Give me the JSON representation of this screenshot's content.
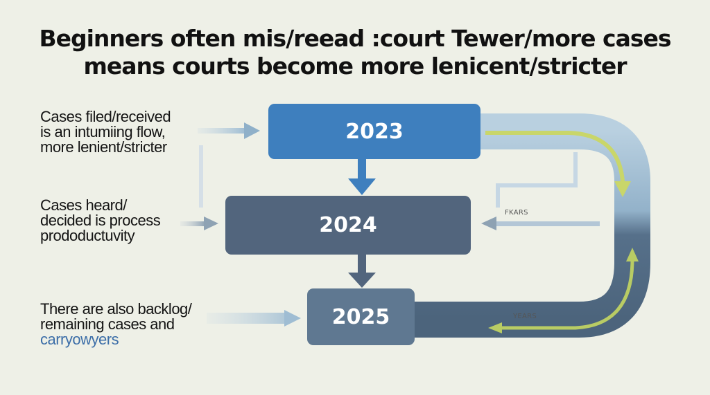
{
  "title": {
    "line1": "Beginners often mis/reead :court Tewer/more cases",
    "line2": "means courts become more lenicent/stricter"
  },
  "labels": {
    "filed": [
      "Cases filed/received",
      "is an intumiing flow,",
      "more lenient/stricter"
    ],
    "heard": [
      "Cases heard/",
      "decided is process",
      "prodoductuvity"
    ],
    "backlog": [
      "There are also backlog/",
      "remaining cases and",
      "carryowyers"
    ]
  },
  "boxes": {
    "y2023": "2023",
    "y2024": "2024",
    "y2025": "2025"
  },
  "annotations": {
    "upper": "FKARS",
    "lower": "YEARS"
  },
  "colors": {
    "background": "#eef0e7",
    "box_2023": "#3e7fbe",
    "box_2024": "#52657d",
    "box_2025": "#5f7891",
    "flow_arrow": "#4a6a85",
    "loop_light": "#a9c4d8",
    "loop_dark": "#4f6780",
    "loop_arrow": "#c9d66a",
    "accent_text": "#3c6ea8"
  }
}
